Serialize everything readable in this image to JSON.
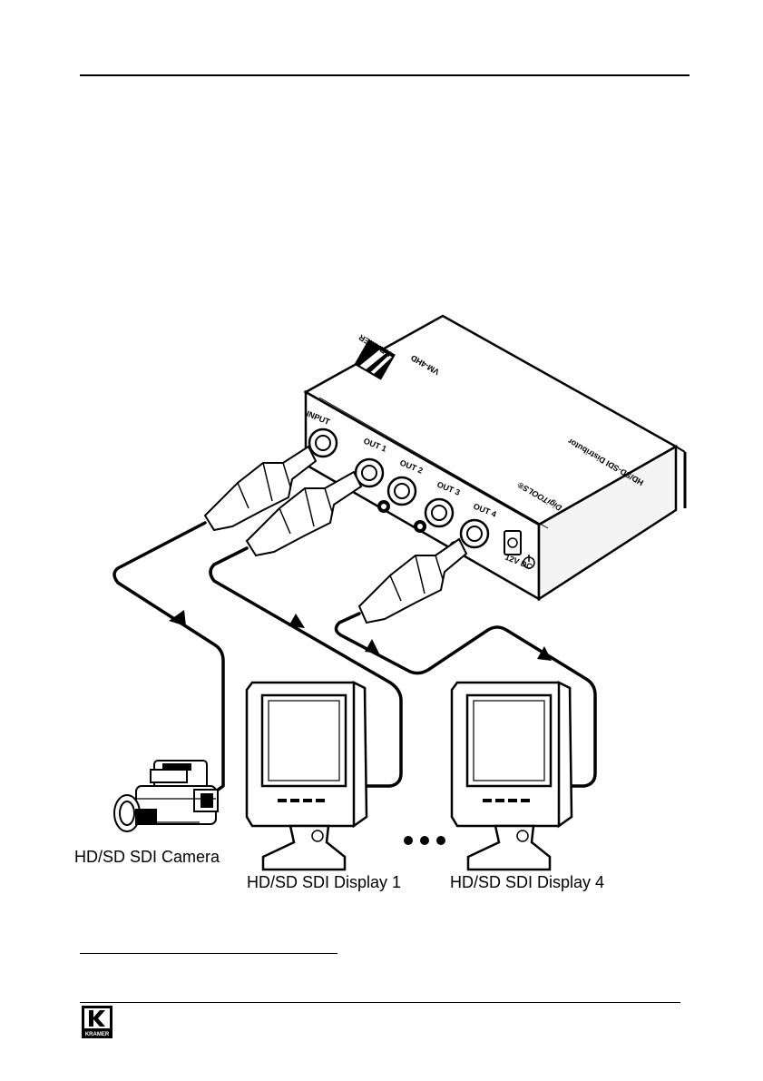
{
  "device": {
    "model": "VM-4HD",
    "brand": "KRAMER",
    "series": "DigiTOOLS®",
    "description": "HD/SD-SDI Distributor",
    "ports": {
      "input": "INPUT",
      "out1": "OUT 1",
      "out2": "OUT 2",
      "out3": "OUT 3",
      "out4": "OUT 4",
      "power": "12V DC"
    }
  },
  "labels": {
    "camera": "HD/SD SDI Camera",
    "display1": "HD/SD SDI Display 1",
    "display4": "HD/SD SDI Display 4"
  },
  "footer": {
    "logo_text": "KRAMER"
  }
}
